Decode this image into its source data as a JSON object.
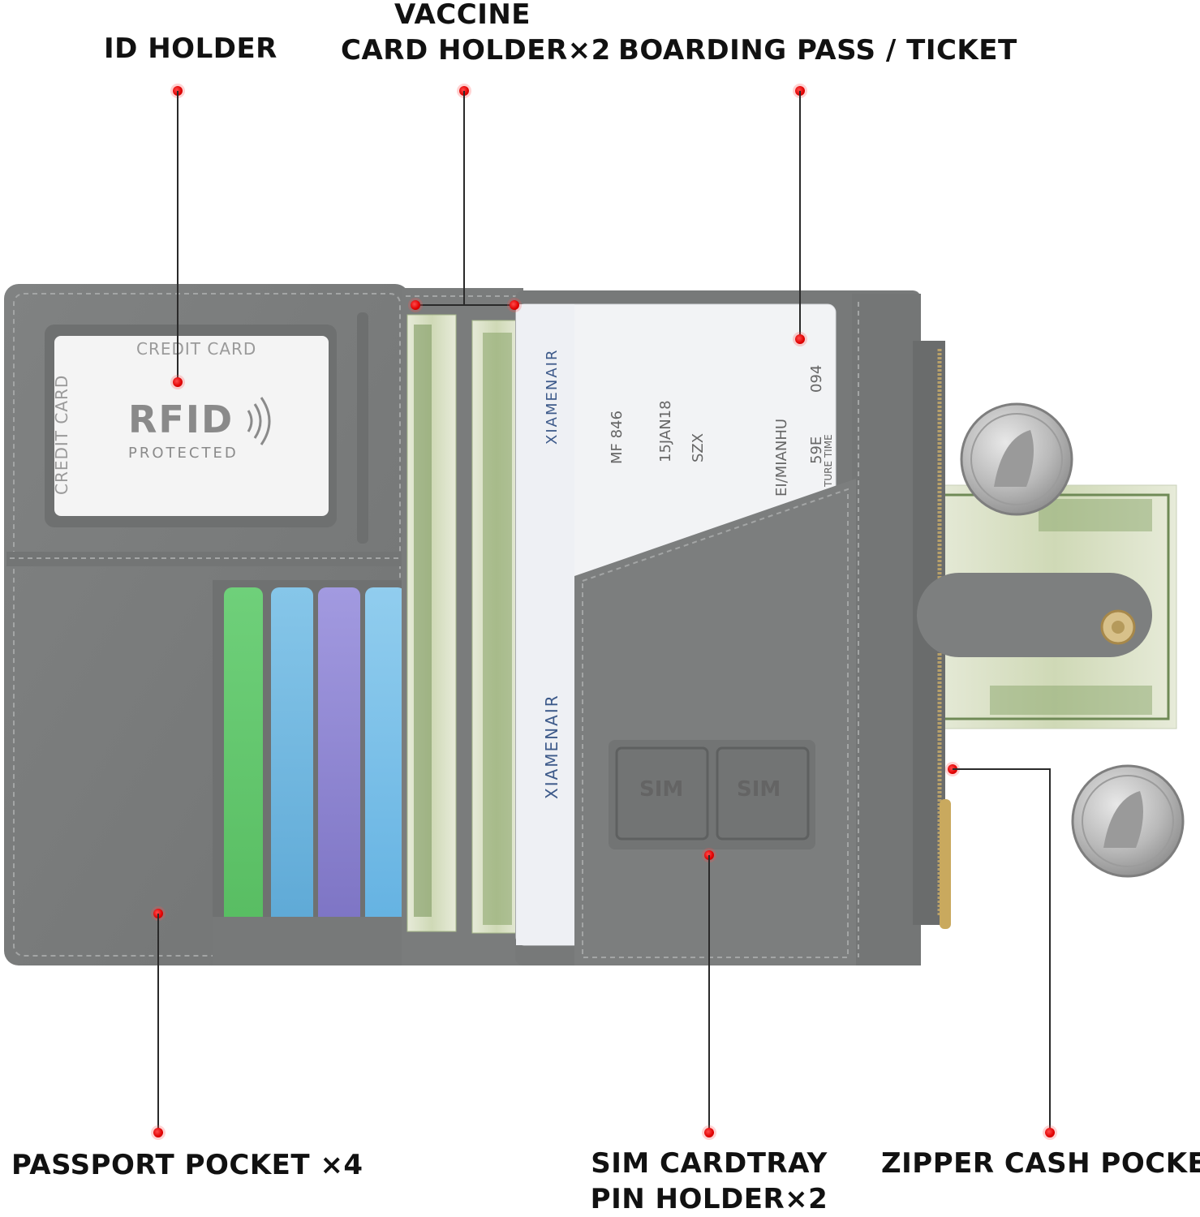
{
  "callouts": {
    "id_holder": "ID HOLDER",
    "vaccine_line1": "VACCINE",
    "vaccine_line2": "CARD HOLDER×2",
    "boarding_pass": "BOARDING PASS / TICKET",
    "passport_pocket": "PASSPORT POCKET ×4",
    "sim_line1": "SIM CARDTRAY",
    "sim_line2": "PIN HOLDER×2",
    "zipper_pocket": "ZIPPER CASH POCKET"
  },
  "id_card": {
    "top_text": "CREDIT CARD",
    "side_text": "CREDIT CARD",
    "rfid": "RFID",
    "protected": "PROTECTED"
  },
  "boarding_pass_ticket": {
    "airline": "XIAMENAIR",
    "flight": "MF 846",
    "date": "15JAN18",
    "dest": "SZX",
    "name": "EI/MIANHU",
    "seat": "59E",
    "gate": "094",
    "boarding_time_label": "TURE TIME"
  },
  "sim_tray": {
    "slot1": "SIM",
    "slot2": "SIM"
  },
  "colors": {
    "leather": "#7b7d7d",
    "leather_dark": "#6a6c6c",
    "stitch": "#a3a5a5",
    "callout_dot": "#e00000",
    "card_green": "#63c86a",
    "card_cyan": "#6bb7e0",
    "card_purple": "#8f86d2",
    "card_blue": "#7ac0ea"
  }
}
